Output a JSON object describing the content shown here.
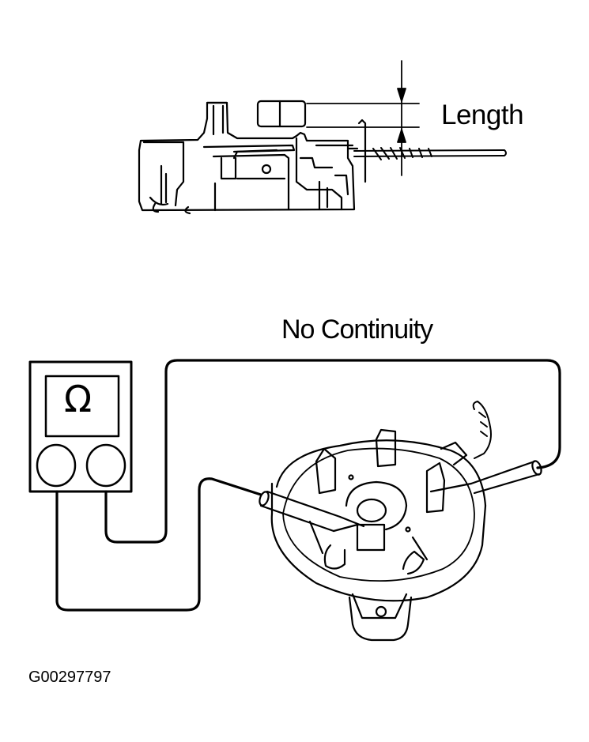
{
  "figure": {
    "top_view": {
      "dimension_label": "Length"
    },
    "test_view": {
      "result_label": "No Continuity",
      "meter_symbol": "Ω"
    },
    "figure_id": "G00297797"
  },
  "colors": {
    "line": "#000000",
    "background": "#ffffff"
  }
}
